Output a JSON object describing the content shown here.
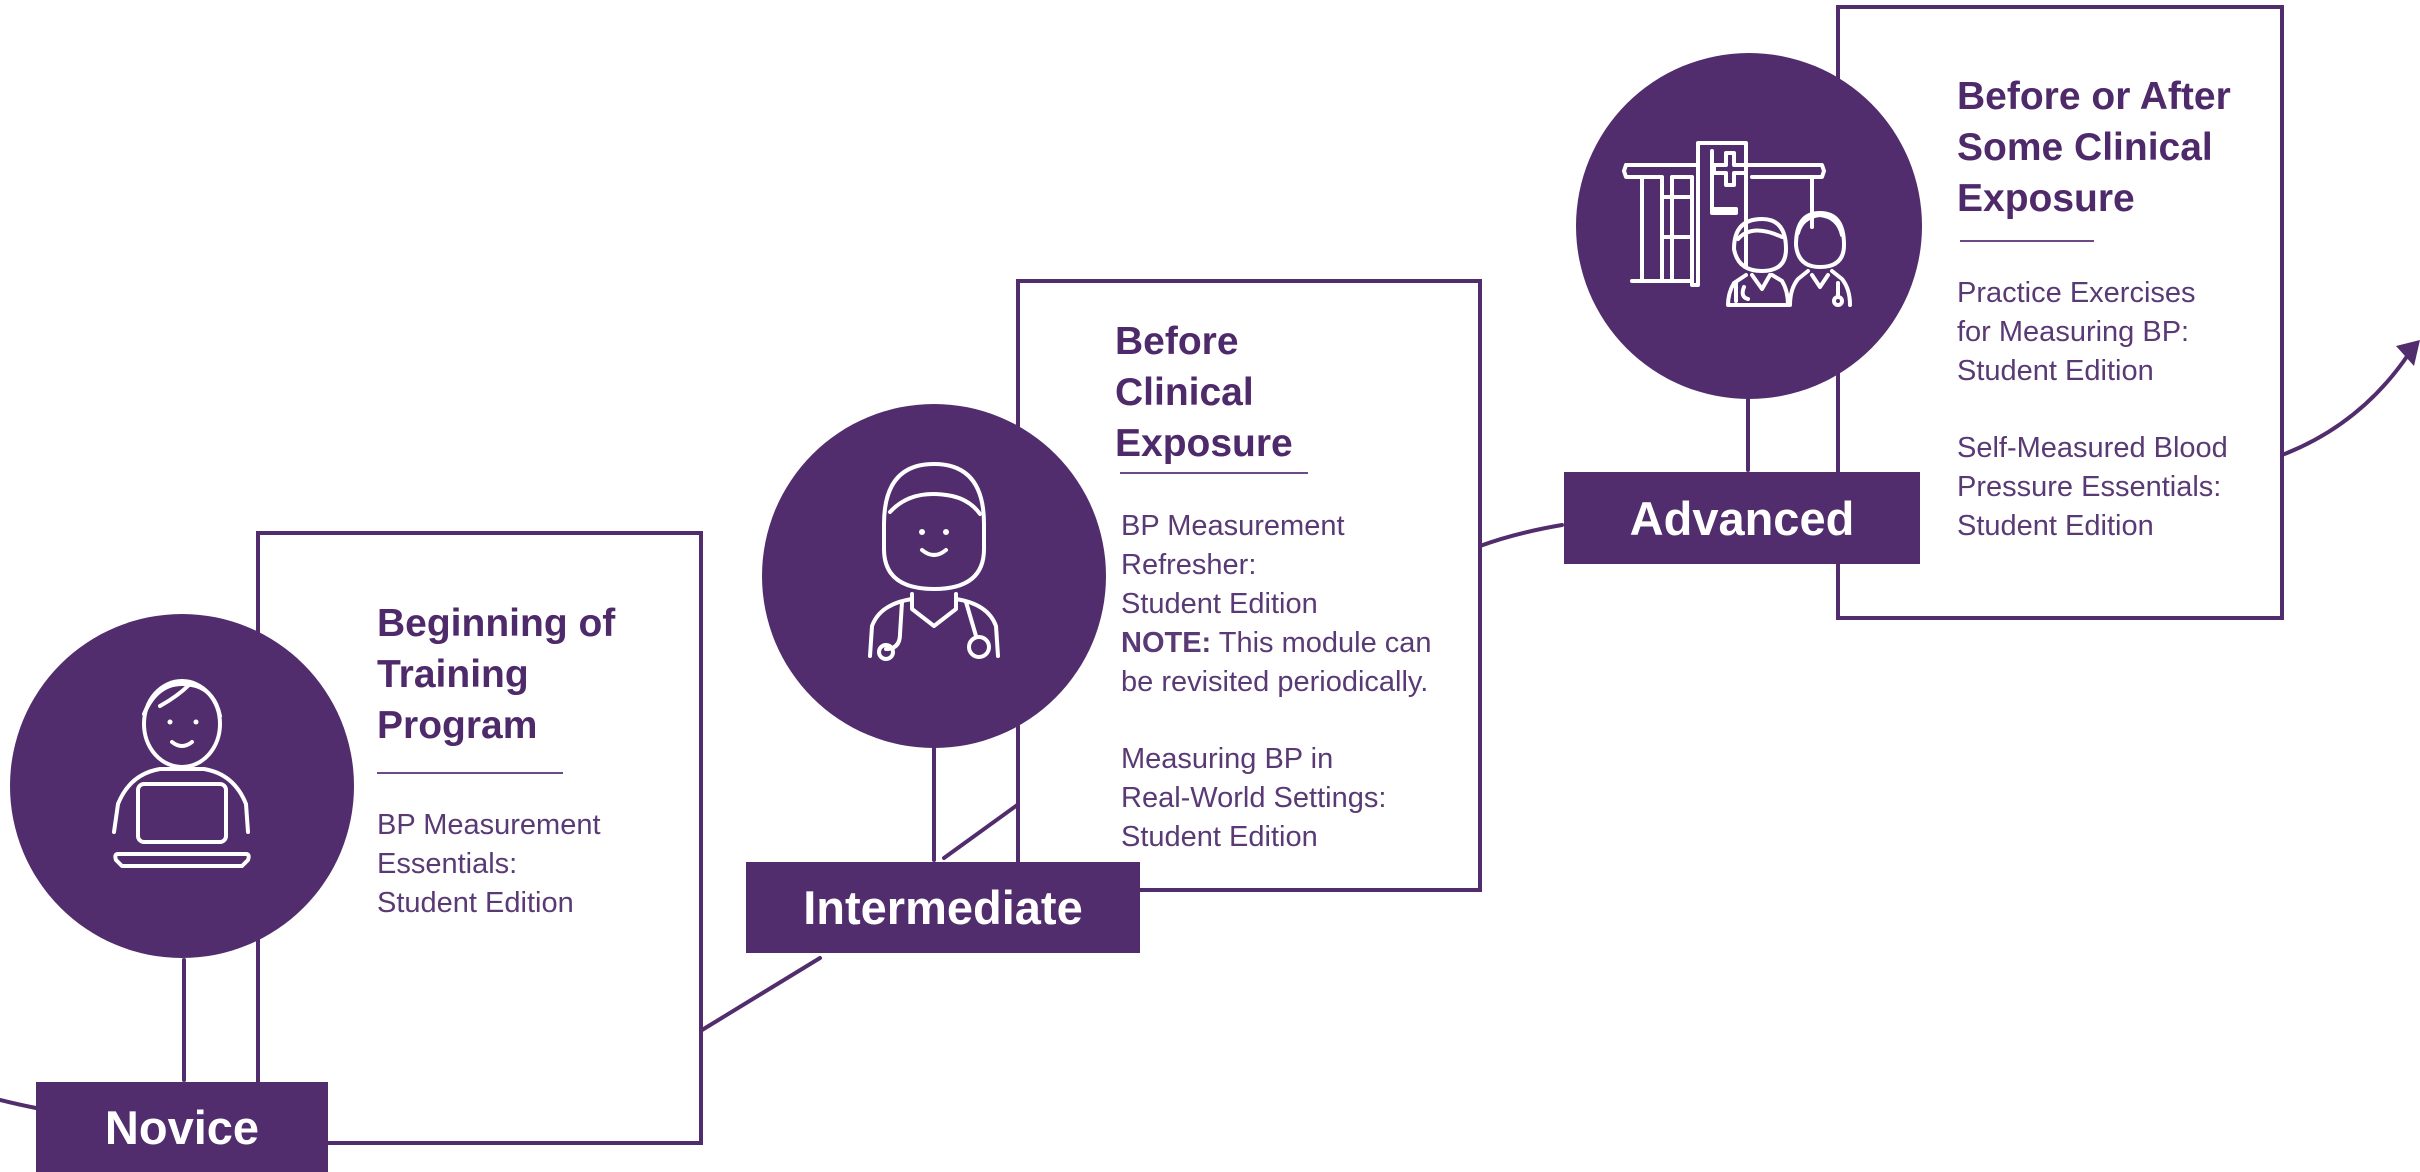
{
  "colors": {
    "primary": "#522d6d",
    "text": "#4f2a6b",
    "background": "#ffffff"
  },
  "stages": {
    "novice": {
      "label": "Novice",
      "icon": "student-laptop-icon",
      "title": [
        "Beginning of",
        "Training",
        "Program"
      ],
      "modules": [
        {
          "lines": [
            "BP Measurement",
            "Essentials:",
            "Student Edition"
          ]
        }
      ]
    },
    "intermediate": {
      "label": "Intermediate",
      "icon": "healthcare-provider-icon",
      "title": [
        "Before",
        "Clinical",
        "Exposure"
      ],
      "modules": [
        {
          "lines": [
            "BP Measurement",
            "Refresher:",
            "Student Edition"
          ],
          "note_label": "NOTE:",
          "note_text": [
            "This module  can",
            "be revisited periodically."
          ]
        },
        {
          "lines": [
            "Measuring BP in",
            "Real-World Settings:",
            "Student Edition"
          ]
        }
      ]
    },
    "advanced": {
      "label": "Advanced",
      "icon": "hospital-clinicians-icon",
      "title": [
        "Before or After",
        "Some Clinical",
        "Exposure"
      ],
      "modules": [
        {
          "lines": [
            "Practice Exercises",
            "for Measuring BP:",
            "Student Edition"
          ]
        },
        {
          "lines": [
            "Self-Measured Blood",
            "Pressure Essentials:",
            "Student Edition"
          ]
        }
      ]
    }
  }
}
